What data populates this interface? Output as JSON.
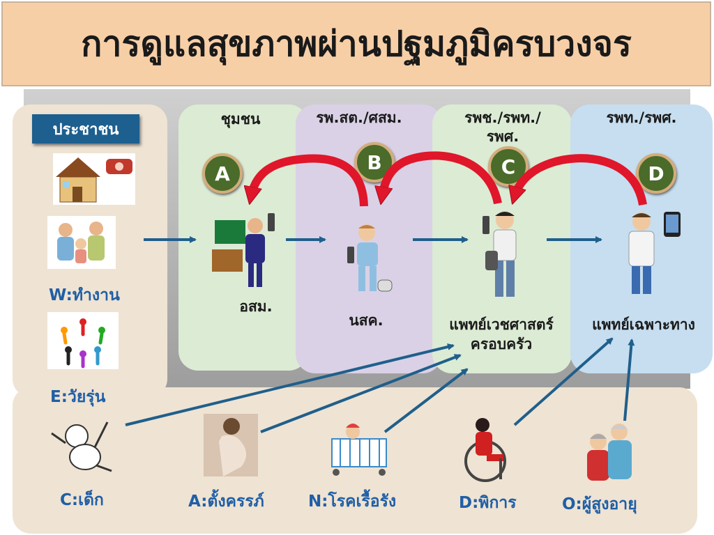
{
  "title": "การดูแลสุขภาพผ่านปฐมภูมิครบวงจร",
  "people_badge": "ประชาชน",
  "columns": {
    "a": {
      "label": "ชุมชน",
      "letter": "A",
      "person": "อสม."
    },
    "b": {
      "label": "รพ.สต./ศสม.",
      "letter": "B",
      "person": "นสค."
    },
    "c": {
      "label_line1": "รพช./รพท./",
      "label_line2": "รพศ.",
      "letter": "C",
      "person_line1": "แพทย์เวชศาสตร์",
      "person_line2": "ครอบครัว"
    },
    "d": {
      "label": "รพท./รพศ.",
      "letter": "D",
      "person": "แพทย์เฉพาะทาง"
    }
  },
  "left_groups": {
    "work": "W:ทำงาน",
    "teen": "E:วัยรุ่น"
  },
  "bottom_groups": {
    "child": "C:เด็ก",
    "pregnant": "A:ตั้งครรภ์",
    "chronic": "N:โรคเรื้อรัง",
    "disabled": "D:พิการ",
    "elderly": "O:ผู้สูงอายุ"
  },
  "colors": {
    "arrow_blue": "#1f5f8b",
    "arrow_red": "#e0162b",
    "label_blue": "#1f5fa6",
    "badge": "#1d5f8e",
    "circle": "#4a6b2a"
  }
}
